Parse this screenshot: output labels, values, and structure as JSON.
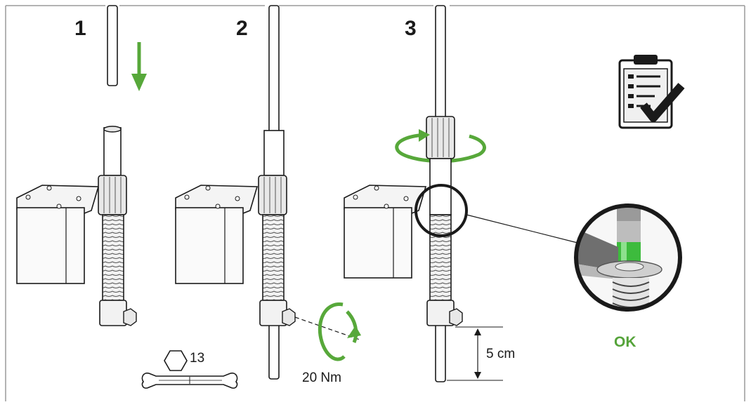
{
  "steps": [
    "1",
    "2",
    "3"
  ],
  "wrench_size": "13",
  "torque": "20 Nm",
  "distance": "5 cm",
  "status": "OK",
  "colors": {
    "accent_green": "#57a83a",
    "line": "#1a1a1a",
    "metal": "#d9d9d9",
    "frame": "#9a9a9a"
  },
  "icons": [
    "down-arrow-icon",
    "rotate-arrow-icon",
    "hexagon-icon",
    "wrench-icon",
    "checklist-icon"
  ]
}
